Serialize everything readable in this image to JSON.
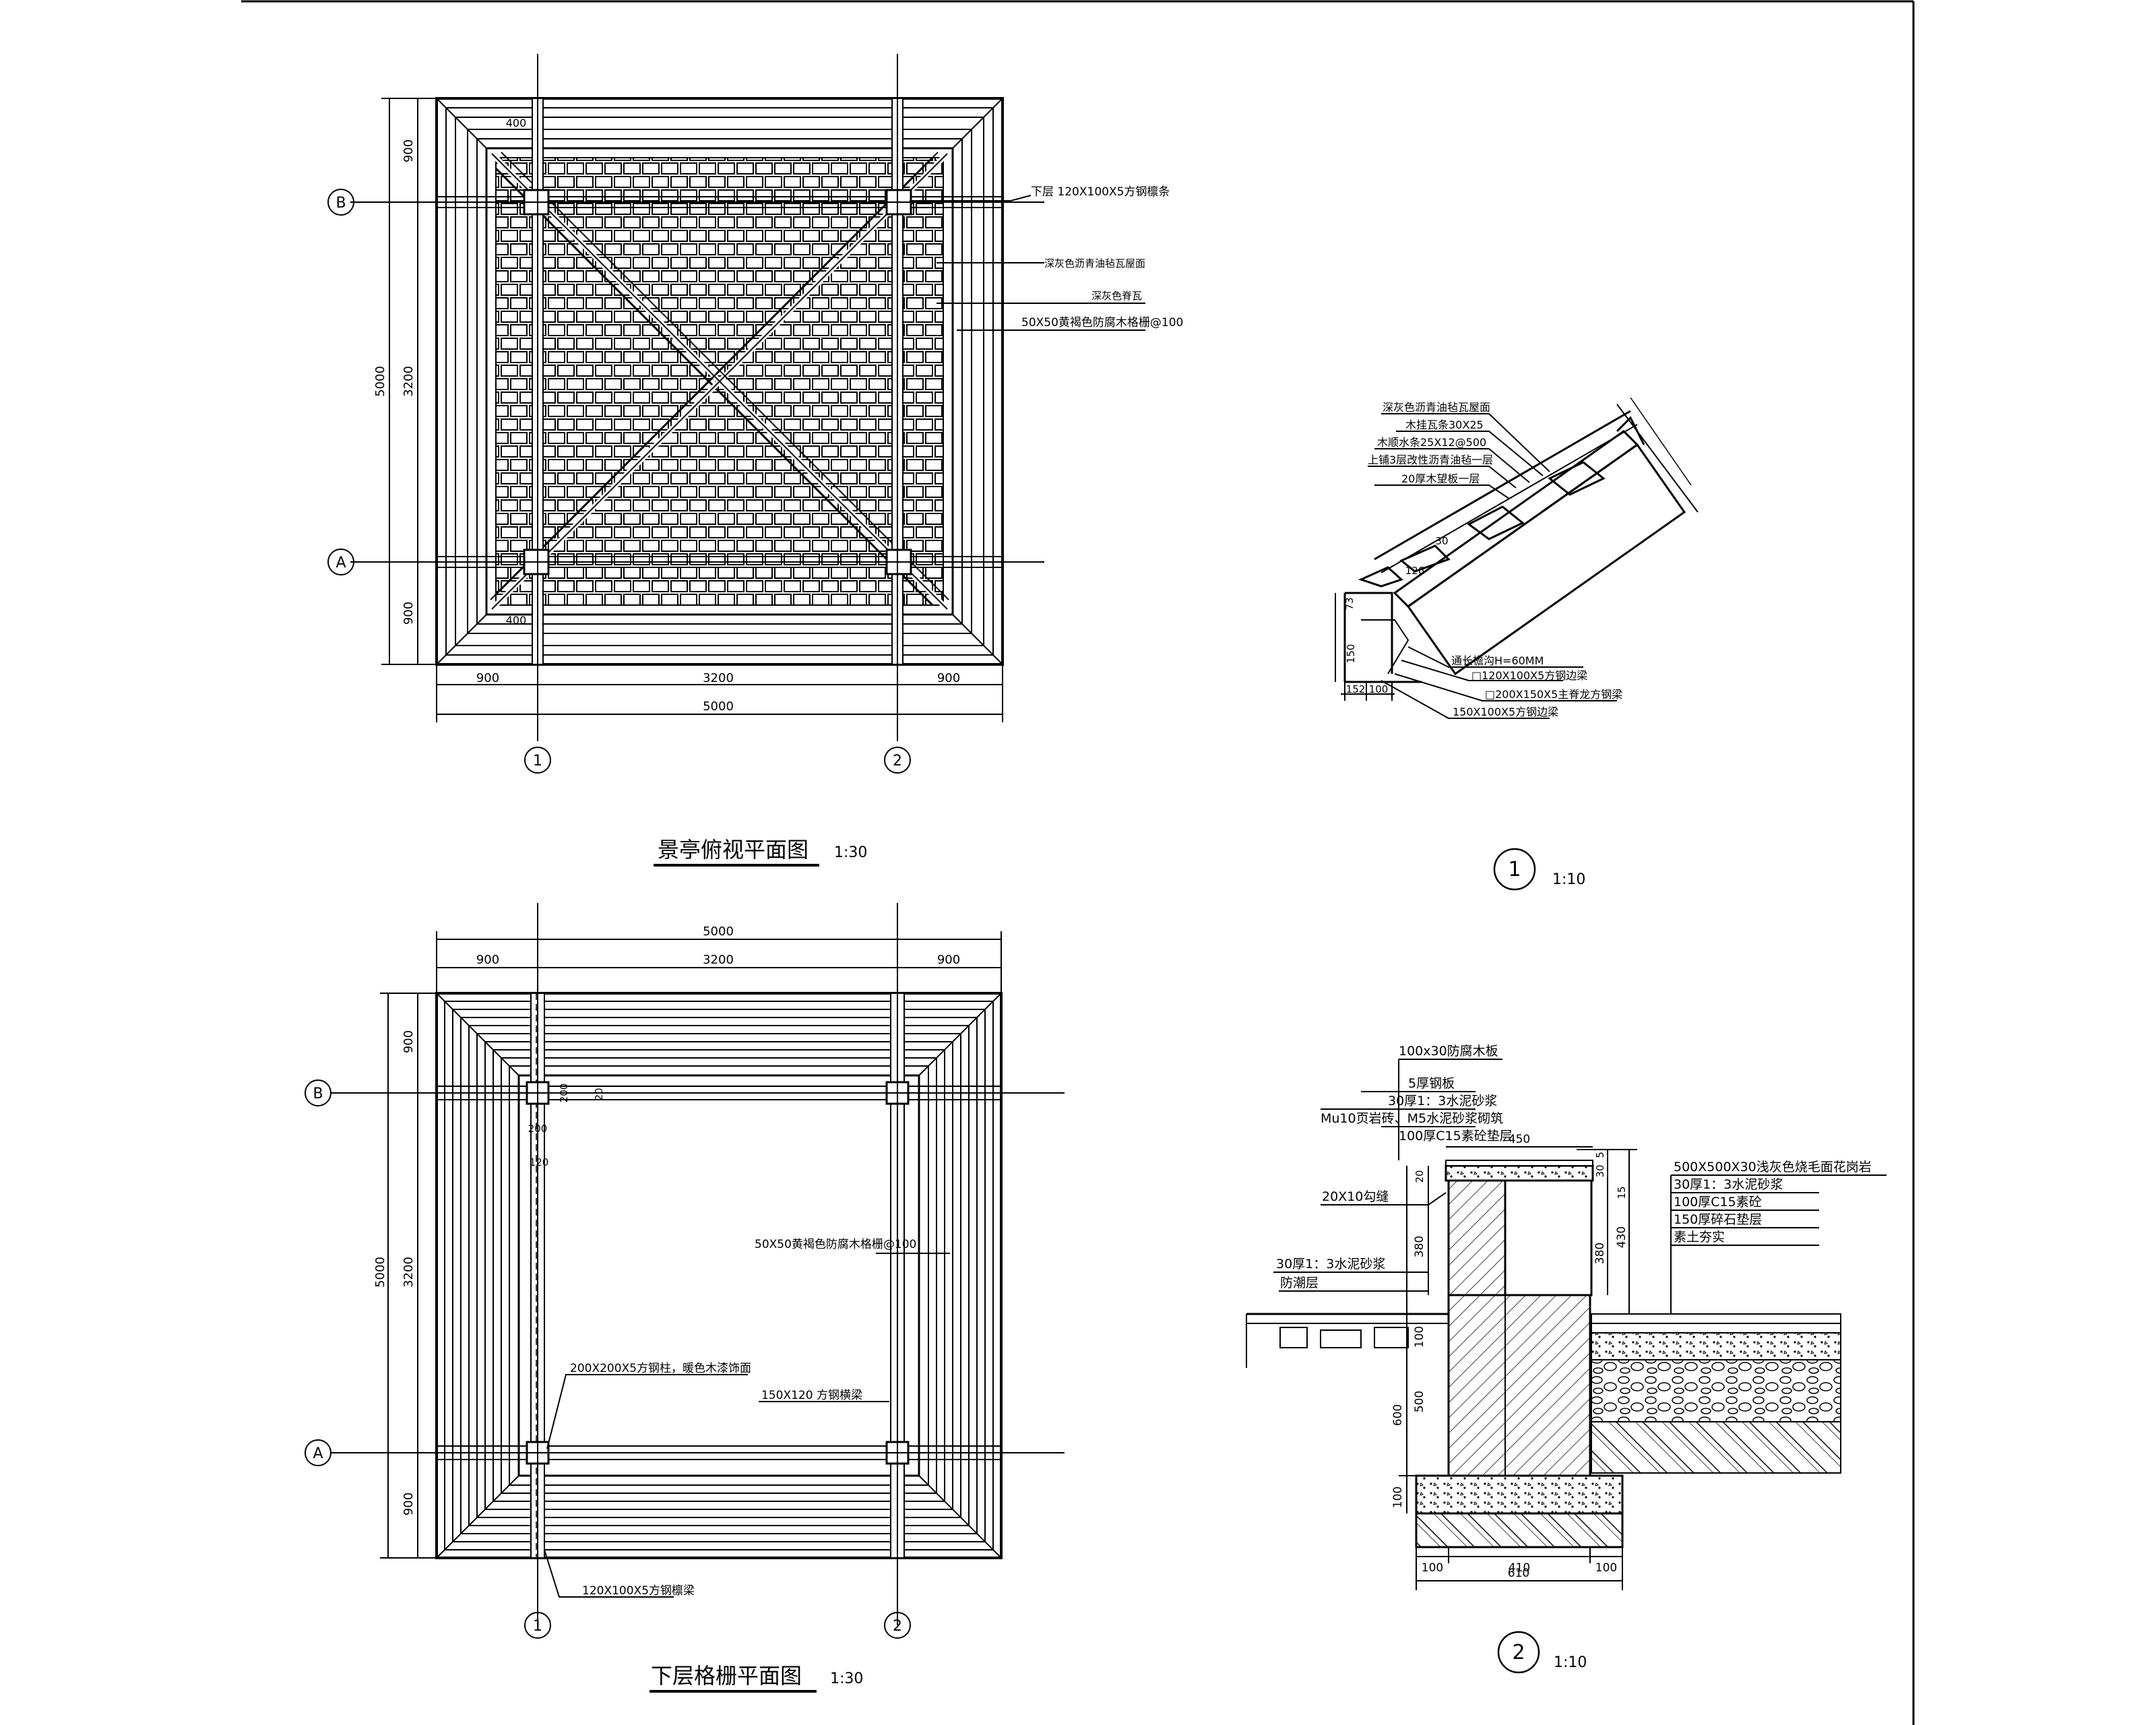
{
  "plan_top": {
    "title": "景亭俯视平面图",
    "scale": "1:30",
    "dims": {
      "total": "5000",
      "edge": "900",
      "middle": "3200",
      "post_a": "400",
      "post_b": "400"
    },
    "axes": {
      "a": "A",
      "b": "B",
      "one": "1",
      "two": "2"
    },
    "notes": [
      "下层 120X100X5方钢檩条",
      "深灰色沥青油毡瓦屋面",
      "深灰色脊瓦",
      "50X50黄褐色防腐木格栅@100"
    ]
  },
  "plan_bottom": {
    "title": "下层格栅平面图",
    "scale": "1:30",
    "dims": {
      "total": "5000",
      "edge": "900",
      "middle": "3200",
      "post": "200",
      "gap": "120",
      "side": "20"
    },
    "axes": {
      "a": "A",
      "b": "B",
      "one": "1",
      "two": "2"
    },
    "notes": [
      "50X50黄褐色防腐木格栅@100",
      "200X200X5方钢柱，暖色木漆饰面",
      "150X120 方钢横梁",
      "120X100X5方钢檩梁"
    ]
  },
  "detail_1": {
    "label": "1",
    "scale": "1:10",
    "notes": [
      "深灰色沥青油毡瓦屋面",
      "木挂瓦条30X25",
      "木顺水条25X12@500",
      "上铺3层改性沥青油毡一层",
      "20厚木望板一层"
    ],
    "notes_bottom": [
      "通长檐沟H=60MM",
      "□120X100X5方钢边梁",
      "□200X150X5主脊龙方钢梁",
      "150X100X5方钢边梁"
    ],
    "dims": {
      "d73": "73",
      "d150": "150",
      "d152": "152",
      "d100": "100",
      "d30": "30",
      "d126": "126"
    }
  },
  "detail_2": {
    "label": "2",
    "scale": "1:10",
    "notes_left": [
      "100x30防腐木板",
      "5厚钢板",
      "30厚1：3水泥砂浆",
      "Mu10页岩砖、M5水泥砂浆砌筑",
      "100厚C15素砼垫层"
    ],
    "notes_right": [
      "500X500X30浅灰色烧毛面花岗岩",
      "30厚1：3水泥砂浆",
      "100厚C15素砼",
      "150厚碎石垫层",
      "素土夯实"
    ],
    "notes_misc": [
      "20X10勾缝",
      "30厚1：3水泥砂浆",
      "防潮层"
    ],
    "dims": {
      "top": "450",
      "base": "610",
      "left": "100",
      "mid": "410",
      "right": "100",
      "h380a": "380",
      "h380b": "380",
      "h430": "430",
      "h600": "600",
      "h500": "500",
      "h100a": "100",
      "h100b": "100",
      "h20": "20",
      "h5": "5",
      "h30": "30",
      "h15": "15"
    }
  }
}
